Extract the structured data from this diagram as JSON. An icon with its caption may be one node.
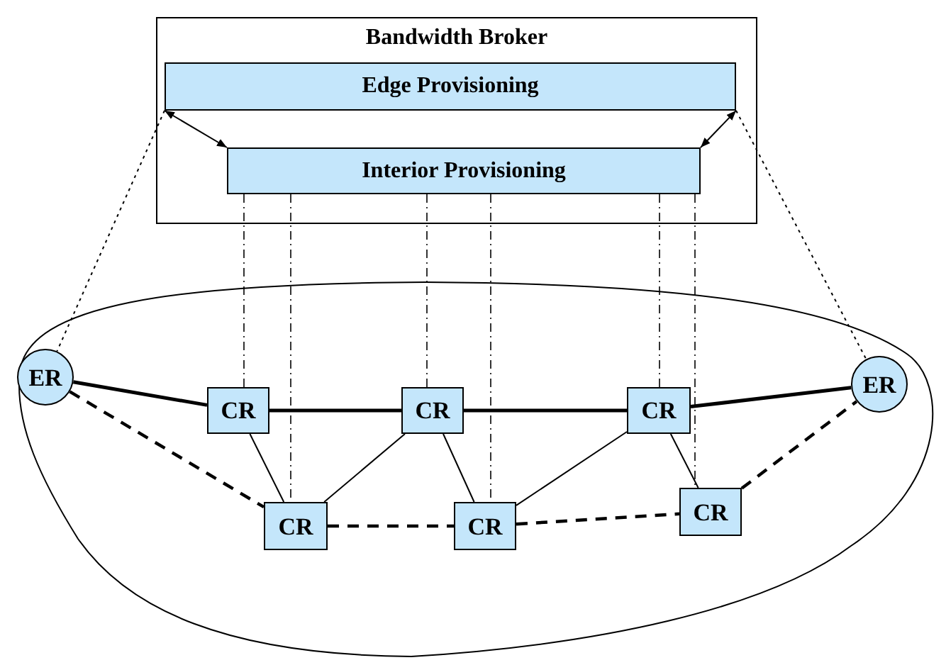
{
  "diagram": {
    "nodes": [
      {
        "text": [
          "Bandwidth Broker"
        ]
      },
      {
        "text": [
          "Edge Provisioning"
        ],
        "in": 0
      },
      {
        "text": [
          "Interior Provisioning"
        ],
        "in": 0
      },
      {
        "text": [
          "ER"
        ]
      },
      {
        "text": [
          "CR"
        ]
      },
      {
        "text": [
          "CR"
        ]
      },
      {
        "text": [
          "CR"
        ]
      },
      {
        "text": [
          "ER"
        ]
      },
      {
        "text": [
          "CR"
        ]
      },
      {
        "text": [
          "CR"
        ]
      },
      {
        "text": [
          "CR"
        ]
      }
    ],
    "edges": [
      {
        "from": 1,
        "to": 2,
        "arrow": "both"
      },
      {
        "from": 1,
        "to": 2,
        "arrow": "both"
      },
      {
        "from": 1,
        "to": 3,
        "arrow": "none",
        "style": "dashed"
      },
      {
        "from": 1,
        "to": 7,
        "arrow": "none",
        "style": "dashed"
      },
      {
        "from": 2,
        "to": 4,
        "arrow": "none",
        "style": "dashed"
      },
      {
        "from": 2,
        "to": 8,
        "arrow": "none",
        "style": "dashed"
      },
      {
        "from": 2,
        "to": 5,
        "arrow": "none",
        "style": "dashed"
      },
      {
        "from": 2,
        "to": 9,
        "arrow": "none",
        "style": "dashed"
      },
      {
        "from": 2,
        "to": 6,
        "arrow": "none",
        "style": "dashed"
      },
      {
        "from": 2,
        "to": 10,
        "arrow": "none",
        "style": "dashed"
      },
      {
        "from": 3,
        "to": 4,
        "arrow": "none",
        "style": "thick"
      },
      {
        "from": 4,
        "to": 5,
        "arrow": "none",
        "style": "thick"
      },
      {
        "from": 5,
        "to": 6,
        "arrow": "none",
        "style": "thick"
      },
      {
        "from": 6,
        "to": 7,
        "arrow": "none",
        "style": "thick"
      },
      {
        "from": 4,
        "to": 8,
        "arrow": "none"
      },
      {
        "from": 5,
        "to": 8,
        "arrow": "none"
      },
      {
        "from": 5,
        "to": 9,
        "arrow": "none"
      },
      {
        "from": 6,
        "to": 9,
        "arrow": "none"
      },
      {
        "from": 6,
        "to": 10,
        "arrow": "none"
      },
      {
        "from": 3,
        "to": 8,
        "arrow": "none",
        "style": "dashed"
      },
      {
        "from": 8,
        "to": 9,
        "arrow": "none",
        "style": "dashed"
      },
      {
        "from": 9,
        "to": 10,
        "arrow": "none",
        "style": "dashed"
      },
      {
        "from": 10,
        "to": 7,
        "arrow": "none",
        "style": "dashed"
      }
    ]
  }
}
